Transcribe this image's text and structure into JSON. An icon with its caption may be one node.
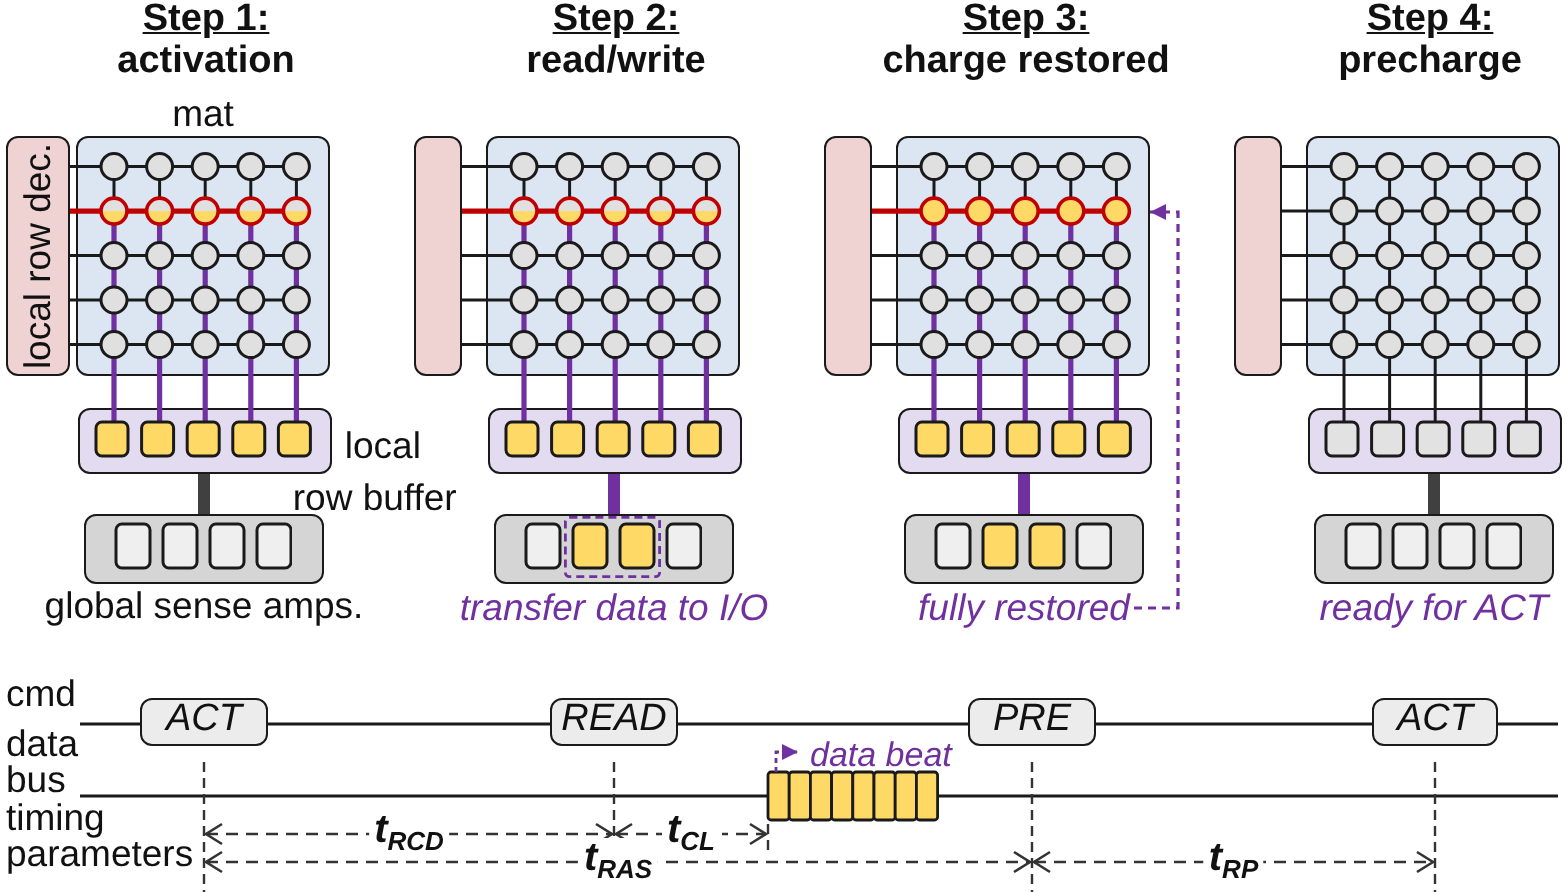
{
  "diagram": {
    "nodes": [
      {
        "text": [
          "mat"
        ]
      },
      {
        "text": [
          "local row dec."
        ]
      },
      {
        "text": [
          "local row buffer"
        ]
      },
      {
        "text": [
          "global sense amps."
        ]
      },
      {
        "text": [],
        "shape": "box"
      },
      {
        "text": [],
        "shape": "box"
      },
      {
        "text": [],
        "shape": "box"
      },
      {
        "text": [],
        "shape": "box"
      },
      {
        "text": [],
        "shape": "box"
      },
      {
        "text": [],
        "shape": "box"
      },
      {
        "text": [],
        "shape": "box"
      },
      {
        "text": [],
        "shape": "box"
      },
      {
        "text": [],
        "shape": "box"
      },
      {
        "text": [],
        "shape": "box"
      },
      {
        "text": [],
        "shape": "box"
      },
      {
        "text": [],
        "shape": "box"
      },
      {
        "text": [
          "fully restored"
        ]
      },
      {
        "text": [
          "ACT"
        ]
      },
      {
        "text": [
          "READ"
        ]
      },
      {
        "text": [
          "PRE"
        ]
      },
      {
        "text": [
          "ACT"
        ]
      }
    ],
    "edges": [
      {
        "from": 2,
        "to": 3,
        "arrow": "none",
        "color": "#404040"
      },
      {
        "from": 6,
        "to": 7,
        "arrow": "none"
      },
      {
        "from": 10,
        "to": 11,
        "arrow": "none"
      },
      {
        "from": 16,
        "to": 8,
        "arrow": "to",
        "style": "dashed"
      },
      {
        "from": 14,
        "to": 15,
        "arrow": "none",
        "color": "#404040"
      }
    ],
    "labels": [
      "Step 1:",
      "activation",
      "Step 2:",
      "read/write",
      "Step 3:",
      "charge restored",
      "Step 4:",
      "precharge",
      "transfer data to I/O",
      "ready for ACT",
      "cmd",
      "data bus",
      "data beat",
      "timing parameters",
      "t$_{RCD}$",
      "t$_{CL}$",
      "t$_{RAS}$",
      "t$_{RP}$"
    ]
  }
}
